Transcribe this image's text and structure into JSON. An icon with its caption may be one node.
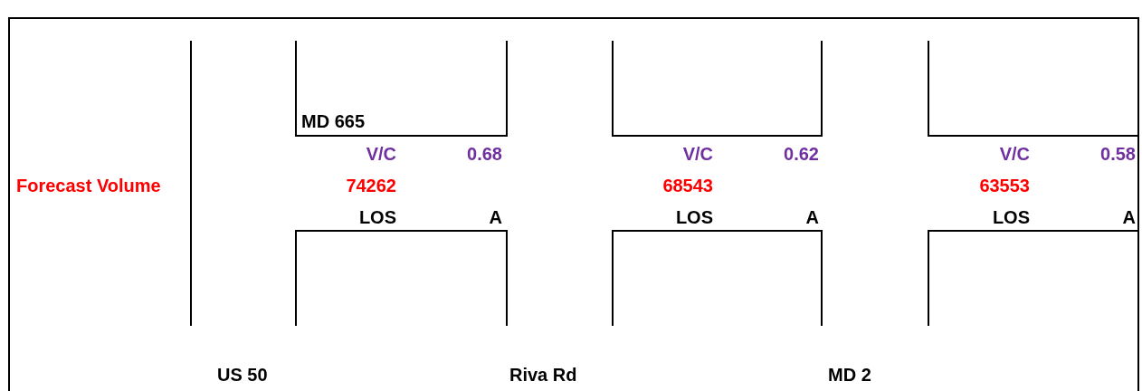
{
  "diagram": {
    "labels": [
      "MD 665",
      "V/C",
      "0.68",
      "V/C",
      "0.62",
      "V/C",
      "0.58",
      "Forecast Volume",
      "74262",
      "68543",
      "63553",
      "LOS",
      "A",
      "LOS",
      "A",
      "LOS",
      "A",
      "US 50",
      "Riva Rd",
      "MD 2"
    ]
  }
}
